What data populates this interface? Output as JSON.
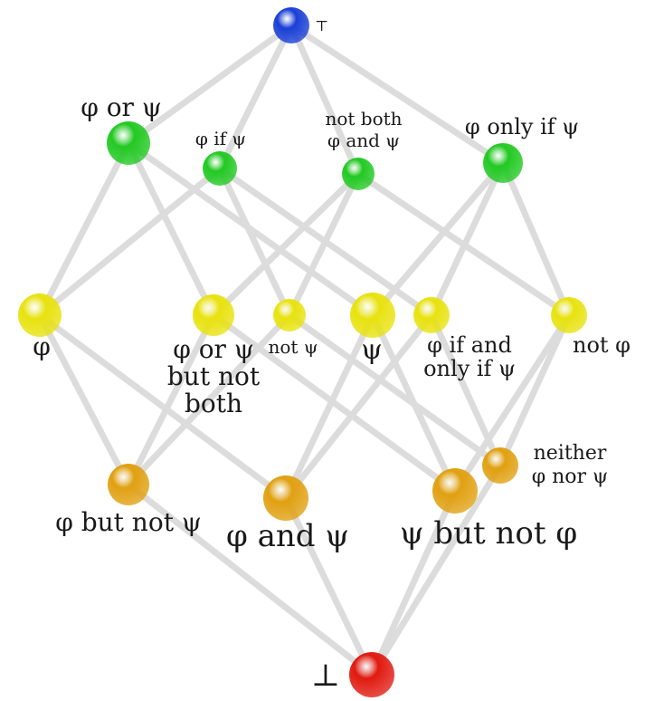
{
  "colors": {
    "edge": "#dcdcdc",
    "top": "#1a3fd6",
    "level1": "#22c922",
    "level2": "#e8e20e",
    "level3": "#e0a010",
    "bottom": "#e01a10"
  },
  "nodes": [
    {
      "id": "top",
      "label": [
        "⊤"
      ],
      "color_key": "top"
    },
    {
      "id": "phi_or_psi",
      "label": [
        "φ or ψ"
      ],
      "color_key": "level1"
    },
    {
      "id": "phi_if_psi",
      "label": [
        "φ if ψ"
      ],
      "color_key": "level1"
    },
    {
      "id": "not_both",
      "label": [
        "not both",
        "φ and ψ"
      ],
      "color_key": "level1"
    },
    {
      "id": "phi_only_if_psi",
      "label": [
        "φ only if ψ"
      ],
      "color_key": "level1"
    },
    {
      "id": "phi",
      "label": [
        "φ"
      ],
      "color_key": "level2"
    },
    {
      "id": "xor",
      "label": [
        "φ or ψ",
        "but not",
        "both"
      ],
      "color_key": "level2"
    },
    {
      "id": "not_psi",
      "label": [
        "not ψ"
      ],
      "color_key": "level2"
    },
    {
      "id": "psi",
      "label": [
        "ψ"
      ],
      "color_key": "level2"
    },
    {
      "id": "iff",
      "label": [
        "φ if and",
        "only if ψ"
      ],
      "color_key": "level2"
    },
    {
      "id": "not_phi",
      "label": [
        "not φ"
      ],
      "color_key": "level2"
    },
    {
      "id": "phi_but_not_psi",
      "label": [
        "φ but not ψ"
      ],
      "color_key": "level3"
    },
    {
      "id": "phi_and_psi",
      "label": [
        "φ and ψ"
      ],
      "color_key": "level3"
    },
    {
      "id": "psi_but_not_phi",
      "label": [
        "ψ but not φ"
      ],
      "color_key": "level3"
    },
    {
      "id": "neither",
      "label": [
        "neither",
        "φ nor ψ"
      ],
      "color_key": "level3"
    },
    {
      "id": "bottom",
      "label": [
        "⊥"
      ],
      "color_key": "bottom"
    }
  ],
  "edges": [
    [
      "top",
      "phi_or_psi"
    ],
    [
      "top",
      "phi_if_psi"
    ],
    [
      "top",
      "not_both"
    ],
    [
      "top",
      "phi_only_if_psi"
    ],
    [
      "phi_or_psi",
      "phi"
    ],
    [
      "phi_or_psi",
      "psi"
    ],
    [
      "phi_or_psi",
      "xor"
    ],
    [
      "phi_if_psi",
      "phi"
    ],
    [
      "phi_if_psi",
      "not_psi"
    ],
    [
      "phi_if_psi",
      "iff"
    ],
    [
      "not_both",
      "xor"
    ],
    [
      "not_both",
      "not_psi"
    ],
    [
      "not_both",
      "not_phi"
    ],
    [
      "phi_only_if_psi",
      "psi"
    ],
    [
      "phi_only_if_psi",
      "not_phi"
    ],
    [
      "phi_only_if_psi",
      "iff"
    ],
    [
      "phi",
      "phi_but_not_psi"
    ],
    [
      "phi",
      "phi_and_psi"
    ],
    [
      "xor",
      "phi_but_not_psi"
    ],
    [
      "xor",
      "psi_but_not_phi"
    ],
    [
      "not_psi",
      "phi_but_not_psi"
    ],
    [
      "not_psi",
      "neither"
    ],
    [
      "psi",
      "phi_and_psi"
    ],
    [
      "psi",
      "psi_but_not_phi"
    ],
    [
      "iff",
      "phi_and_psi"
    ],
    [
      "iff",
      "neither"
    ],
    [
      "not_phi",
      "psi_but_not_phi"
    ],
    [
      "not_phi",
      "neither"
    ],
    [
      "phi_but_not_psi",
      "bottom"
    ],
    [
      "phi_and_psi",
      "bottom"
    ],
    [
      "psi_but_not_phi",
      "bottom"
    ],
    [
      "neither",
      "bottom"
    ]
  ]
}
